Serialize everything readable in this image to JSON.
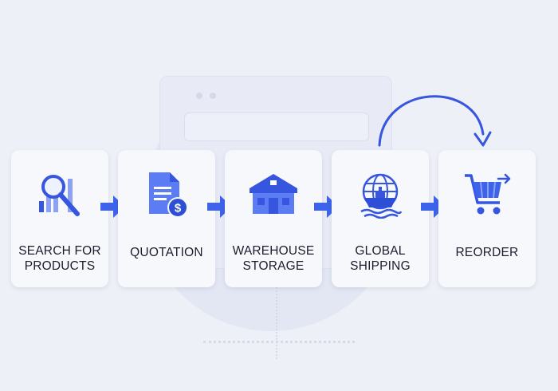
{
  "colors": {
    "accent": "#3656e0",
    "accent_light": "#5b7cf2",
    "card_bg": "#f7f8fc",
    "text": "#1b1d2e",
    "background": "#eef0f7"
  },
  "steps": [
    {
      "label": "SEARCH FOR\nPRODUCTS",
      "icon": "search-chart-icon"
    },
    {
      "label": "QUOTATION",
      "icon": "quotation-document-icon"
    },
    {
      "label": "WAREHOUSE\nSTORAGE",
      "icon": "warehouse-icon"
    },
    {
      "label": "GLOBAL\nSHIPPING",
      "icon": "global-shipping-icon"
    },
    {
      "label": "REORDER",
      "icon": "shopping-cart-icon"
    }
  ],
  "connectors": [
    "right-arrow-icon",
    "right-arrow-icon",
    "right-arrow-icon",
    "right-arrow-icon"
  ],
  "loop_arrow": "curved-return-arrow-icon"
}
